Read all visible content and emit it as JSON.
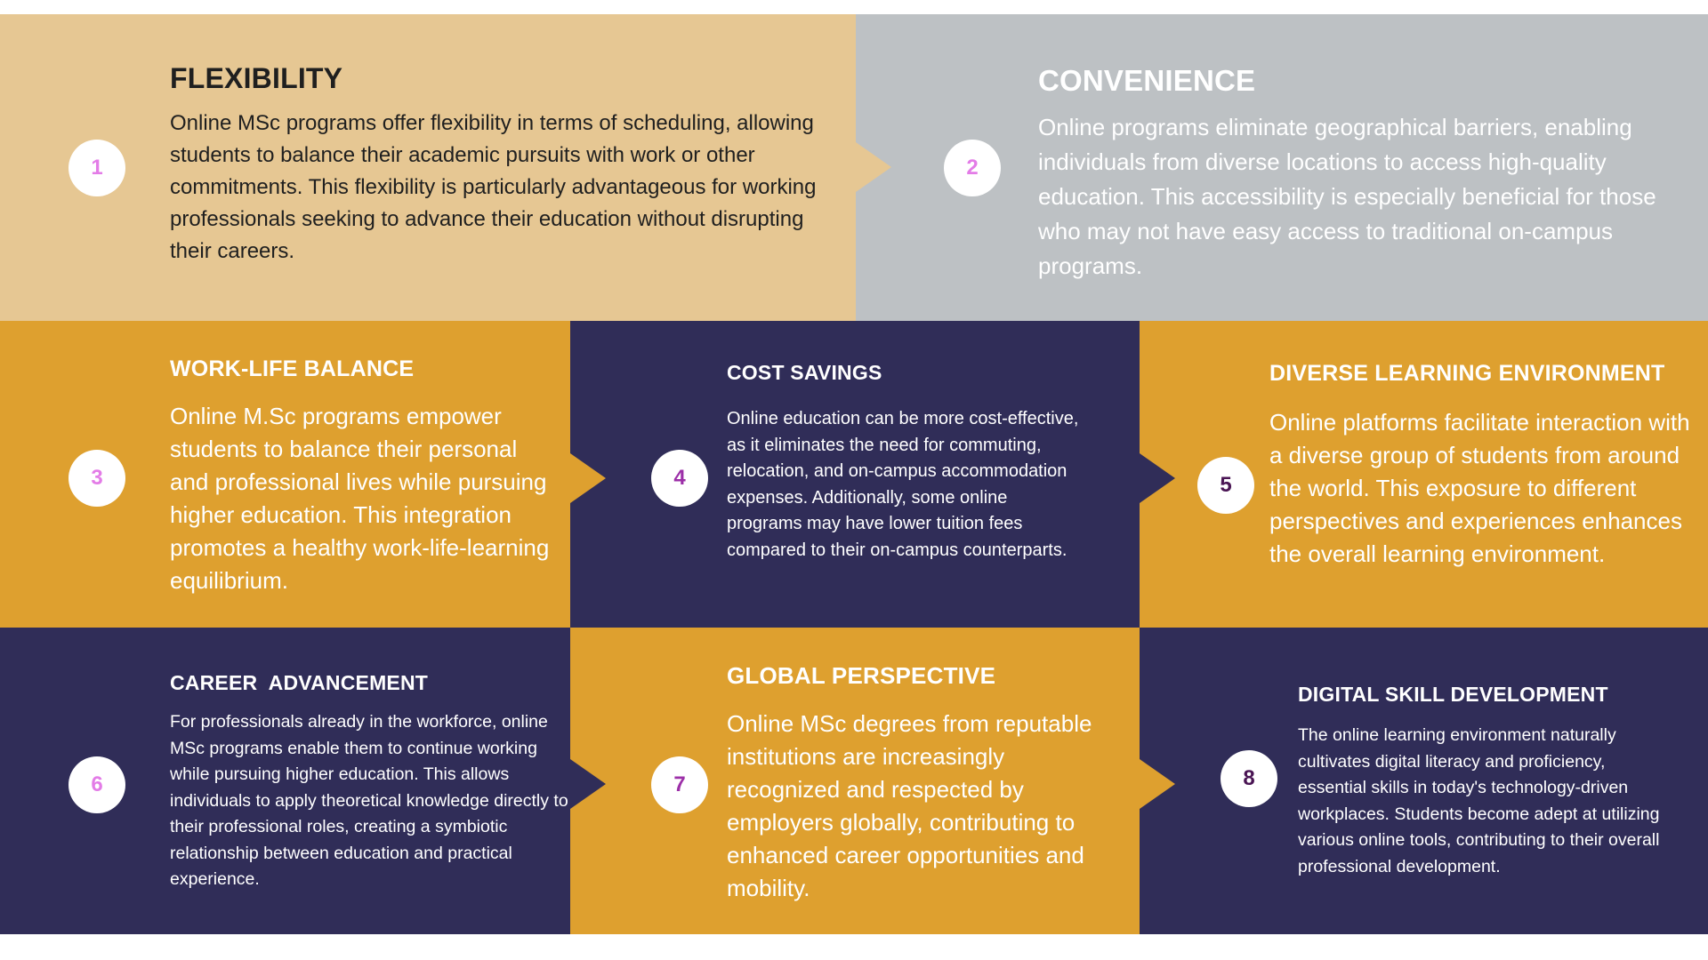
{
  "colors": {
    "beige": "#e6c793",
    "gray": "#bdc1c4",
    "gold": "#dea02f",
    "navy": "#302d58",
    "num_pink": "#e37ce7",
    "num_purple": "#9c2fa8",
    "num_dark": "#4a1554"
  },
  "cards": [
    {
      "number": "1",
      "title": "FLEXIBILITY",
      "body": "Online MSc programs offer flexibility in terms of scheduling, allowing students to balance their academic pursuits with work or other commitments. This flexibility is particularly advantageous for working professionals seeking to advance their education without disrupting their careers."
    },
    {
      "number": "2",
      "title": "CONVENIENCE",
      "body": "Online programs eliminate geographical barriers, enabling individuals from diverse locations to access high-quality education. This accessibility is especially beneficial for those who may not have easy access to traditional on-campus programs."
    },
    {
      "number": "3",
      "title": "WORK-LIFE BALANCE",
      "body": "Online M.Sc programs empower students to balance their personal and professional lives while pursuing higher education. This integration promotes a healthy work-life-learning equilibrium."
    },
    {
      "number": "4",
      "title": "COST SAVINGS",
      "body": "Online education can be more cost-effective, as it eliminates the need for commuting, relocation, and on-campus accommodation expenses. Additionally, some online programs may have lower tuition fees compared to their on-campus counterparts."
    },
    {
      "number": "5",
      "title": "DIVERSE LEARNING ENVIRONMENT",
      "body": "Online platforms facilitate interaction with a diverse group of students from around the world. This exposure to different perspectives and experiences enhances the overall learning environment."
    },
    {
      "number": "6",
      "title": "CAREER  ADVANCEMENT",
      "body": "For professionals already in the workforce, online MSc programs enable them to continue working while pursuing higher education. This allows individuals to apply theoretical knowledge directly to their professional roles, creating a symbiotic relationship between education and practical experience."
    },
    {
      "number": "7",
      "title": "GLOBAL PERSPECTIVE",
      "body": "Online MSc degrees from reputable institutions are increasingly recognized and respected by employers globally, contributing to enhanced career opportunities and mobility."
    },
    {
      "number": "8",
      "title": "DIGITAL SKILL DEVELOPMENT",
      "body": "The online learning environment naturally cultivates digital literacy and proficiency, essential skills in today's technology-driven workplaces. Students become adept at utilizing various online tools, contributing to their overall professional development."
    }
  ]
}
